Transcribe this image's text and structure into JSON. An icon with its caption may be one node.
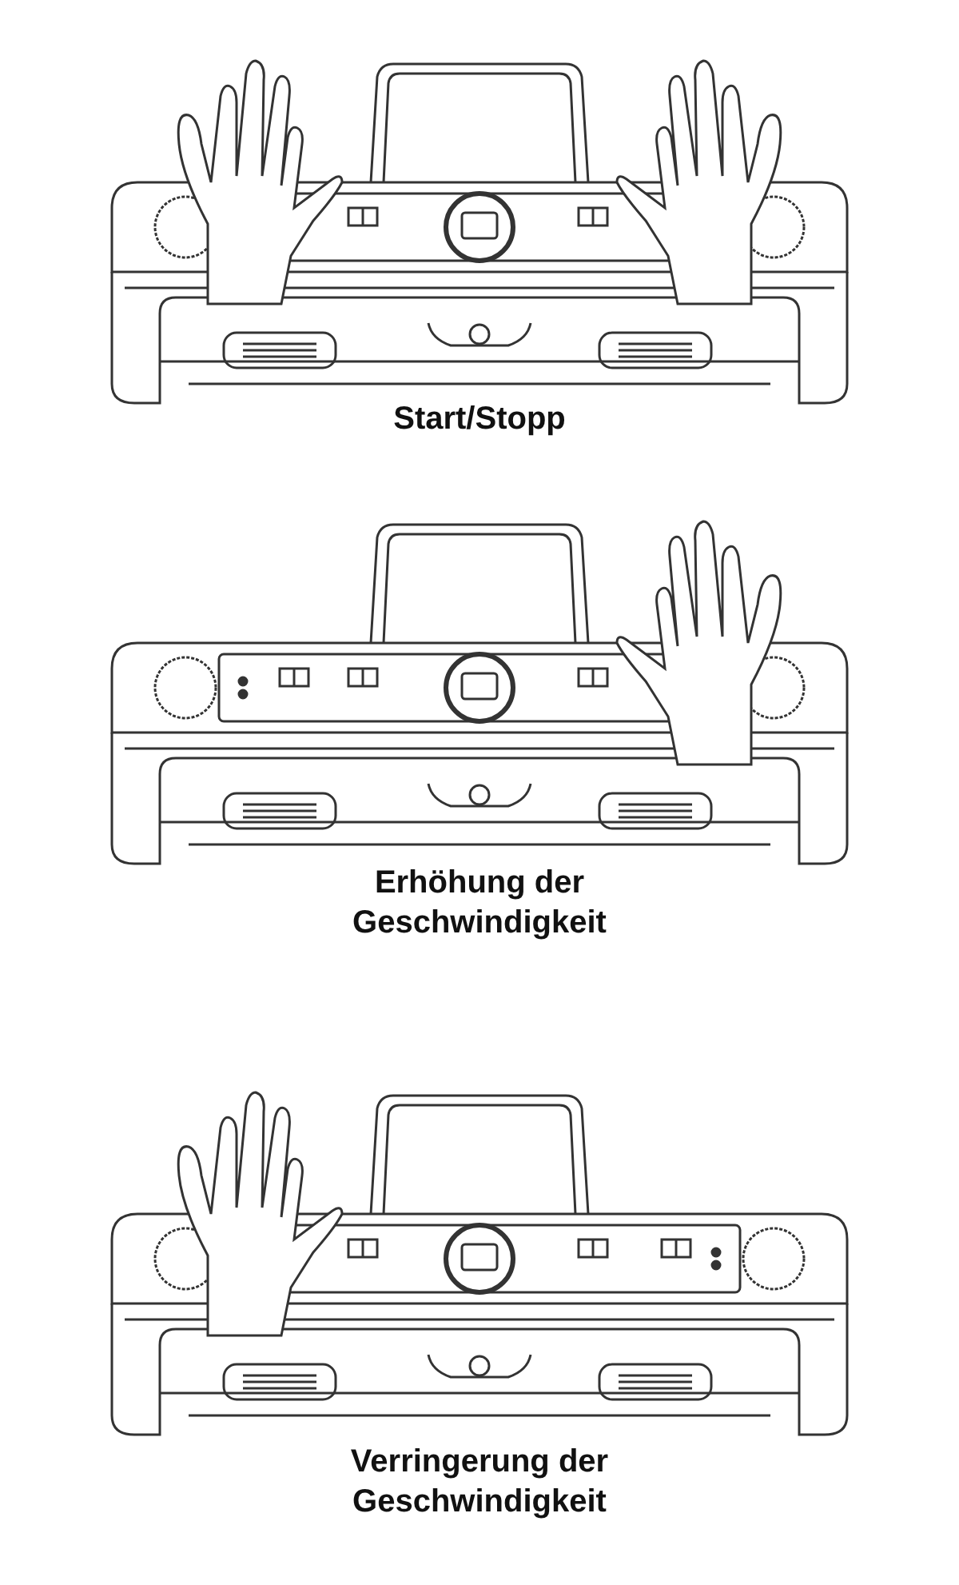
{
  "diagram": {
    "labels": [
      "Start/Stopp",
      "Erhöhung der Geschwindigkeit",
      "Verringerung der Geschwindigkeit"
    ]
  }
}
